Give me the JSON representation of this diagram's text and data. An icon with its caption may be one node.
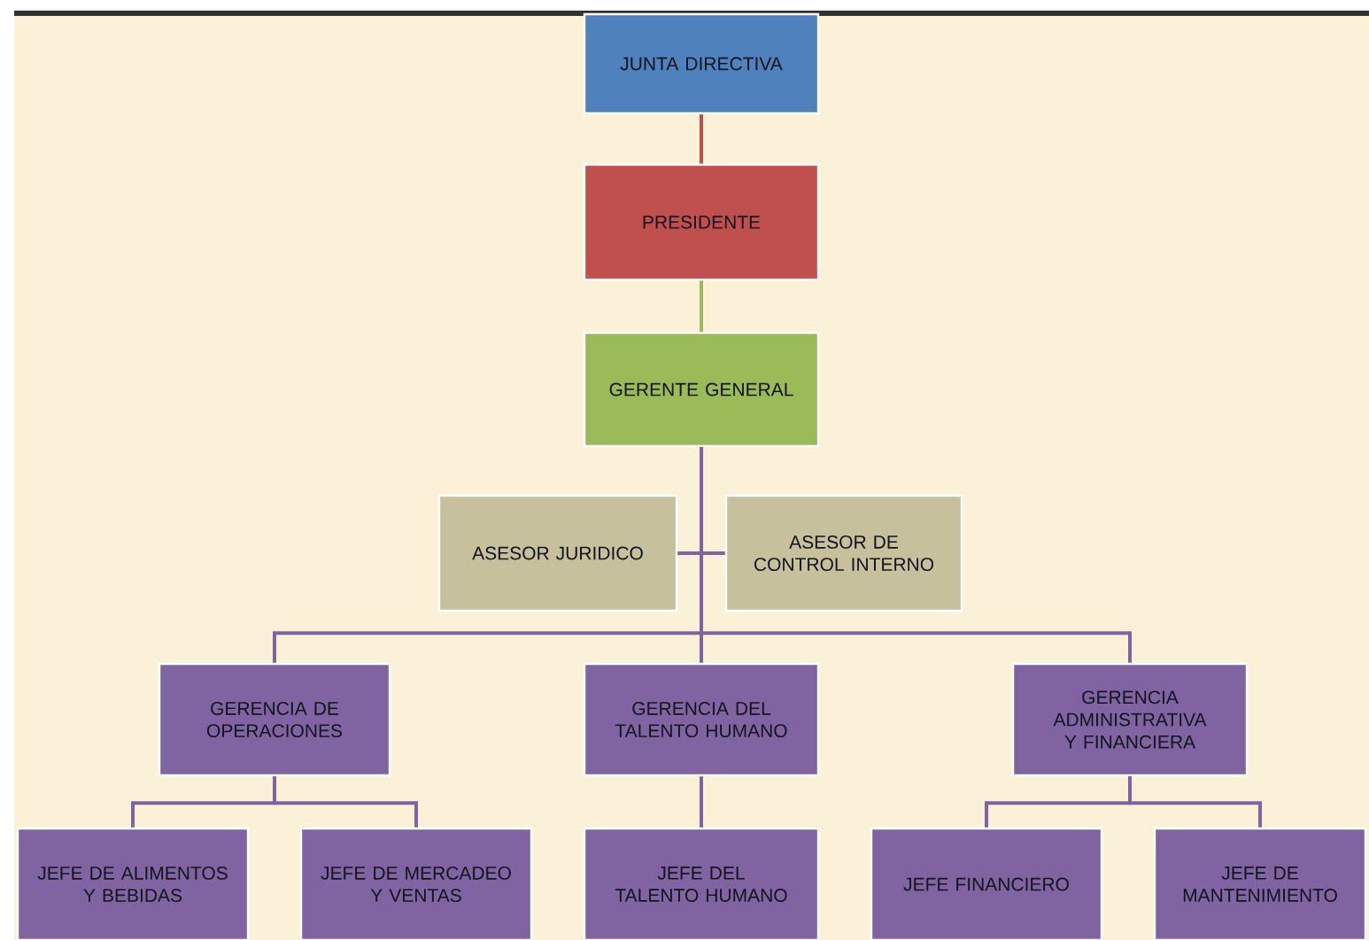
{
  "diagram": {
    "nodes": [
      {
        "text": [
          "JUNTA DIRECTIVA"
        ]
      },
      {
        "text": [
          "PRESIDENTE"
        ]
      },
      {
        "text": [
          "GERENTE GENERAL"
        ]
      },
      {
        "text": [
          "ASESOR JURIDICO"
        ]
      },
      {
        "text": [
          "ASESOR DE CONTROL INTERNO"
        ]
      },
      {
        "text": [
          "GERENCIA DE OPERACIONES"
        ]
      },
      {
        "text": [
          "GERENCIA DEL TALENTO HUMANO"
        ]
      },
      {
        "text": [
          "GERENCIA ADMINISTRATIVA Y FINANCIERA"
        ]
      },
      {
        "text": [
          "JEFE DE ALIMENTOS Y BEBIDAS"
        ]
      },
      {
        "text": [
          "JEFE DE MERCADEO Y VENTAS"
        ]
      },
      {
        "text": [
          "JEFE DEL TALENTO HUMANO"
        ]
      },
      {
        "text": [
          "JEFE FINANCIERO"
        ]
      },
      {
        "text": [
          "JEFE DE MANTENIMIENTO"
        ]
      }
    ],
    "edges": [
      {
        "from": 0,
        "to": 1,
        "arrow": "none",
        "color": "#c0504d"
      },
      {
        "from": 1,
        "to": 2,
        "arrow": "none",
        "color": "#9bbb59"
      },
      {
        "from": 2,
        "to": 3,
        "arrow": "none"
      },
      {
        "from": 2,
        "to": 4,
        "arrow": "none"
      },
      {
        "from": 2,
        "to": 5,
        "arrow": "none"
      },
      {
        "from": 2,
        "to": 6,
        "arrow": "none"
      },
      {
        "from": 2,
        "to": 7,
        "arrow": "none"
      },
      {
        "from": 5,
        "to": 8,
        "arrow": "none"
      },
      {
        "from": 5,
        "to": 9,
        "arrow": "none"
      },
      {
        "from": 6,
        "to": 10,
        "arrow": "none"
      },
      {
        "from": 7,
        "to": 11,
        "arrow": "none"
      },
      {
        "from": 7,
        "to": 12,
        "arrow": "none"
      }
    ]
  }
}
